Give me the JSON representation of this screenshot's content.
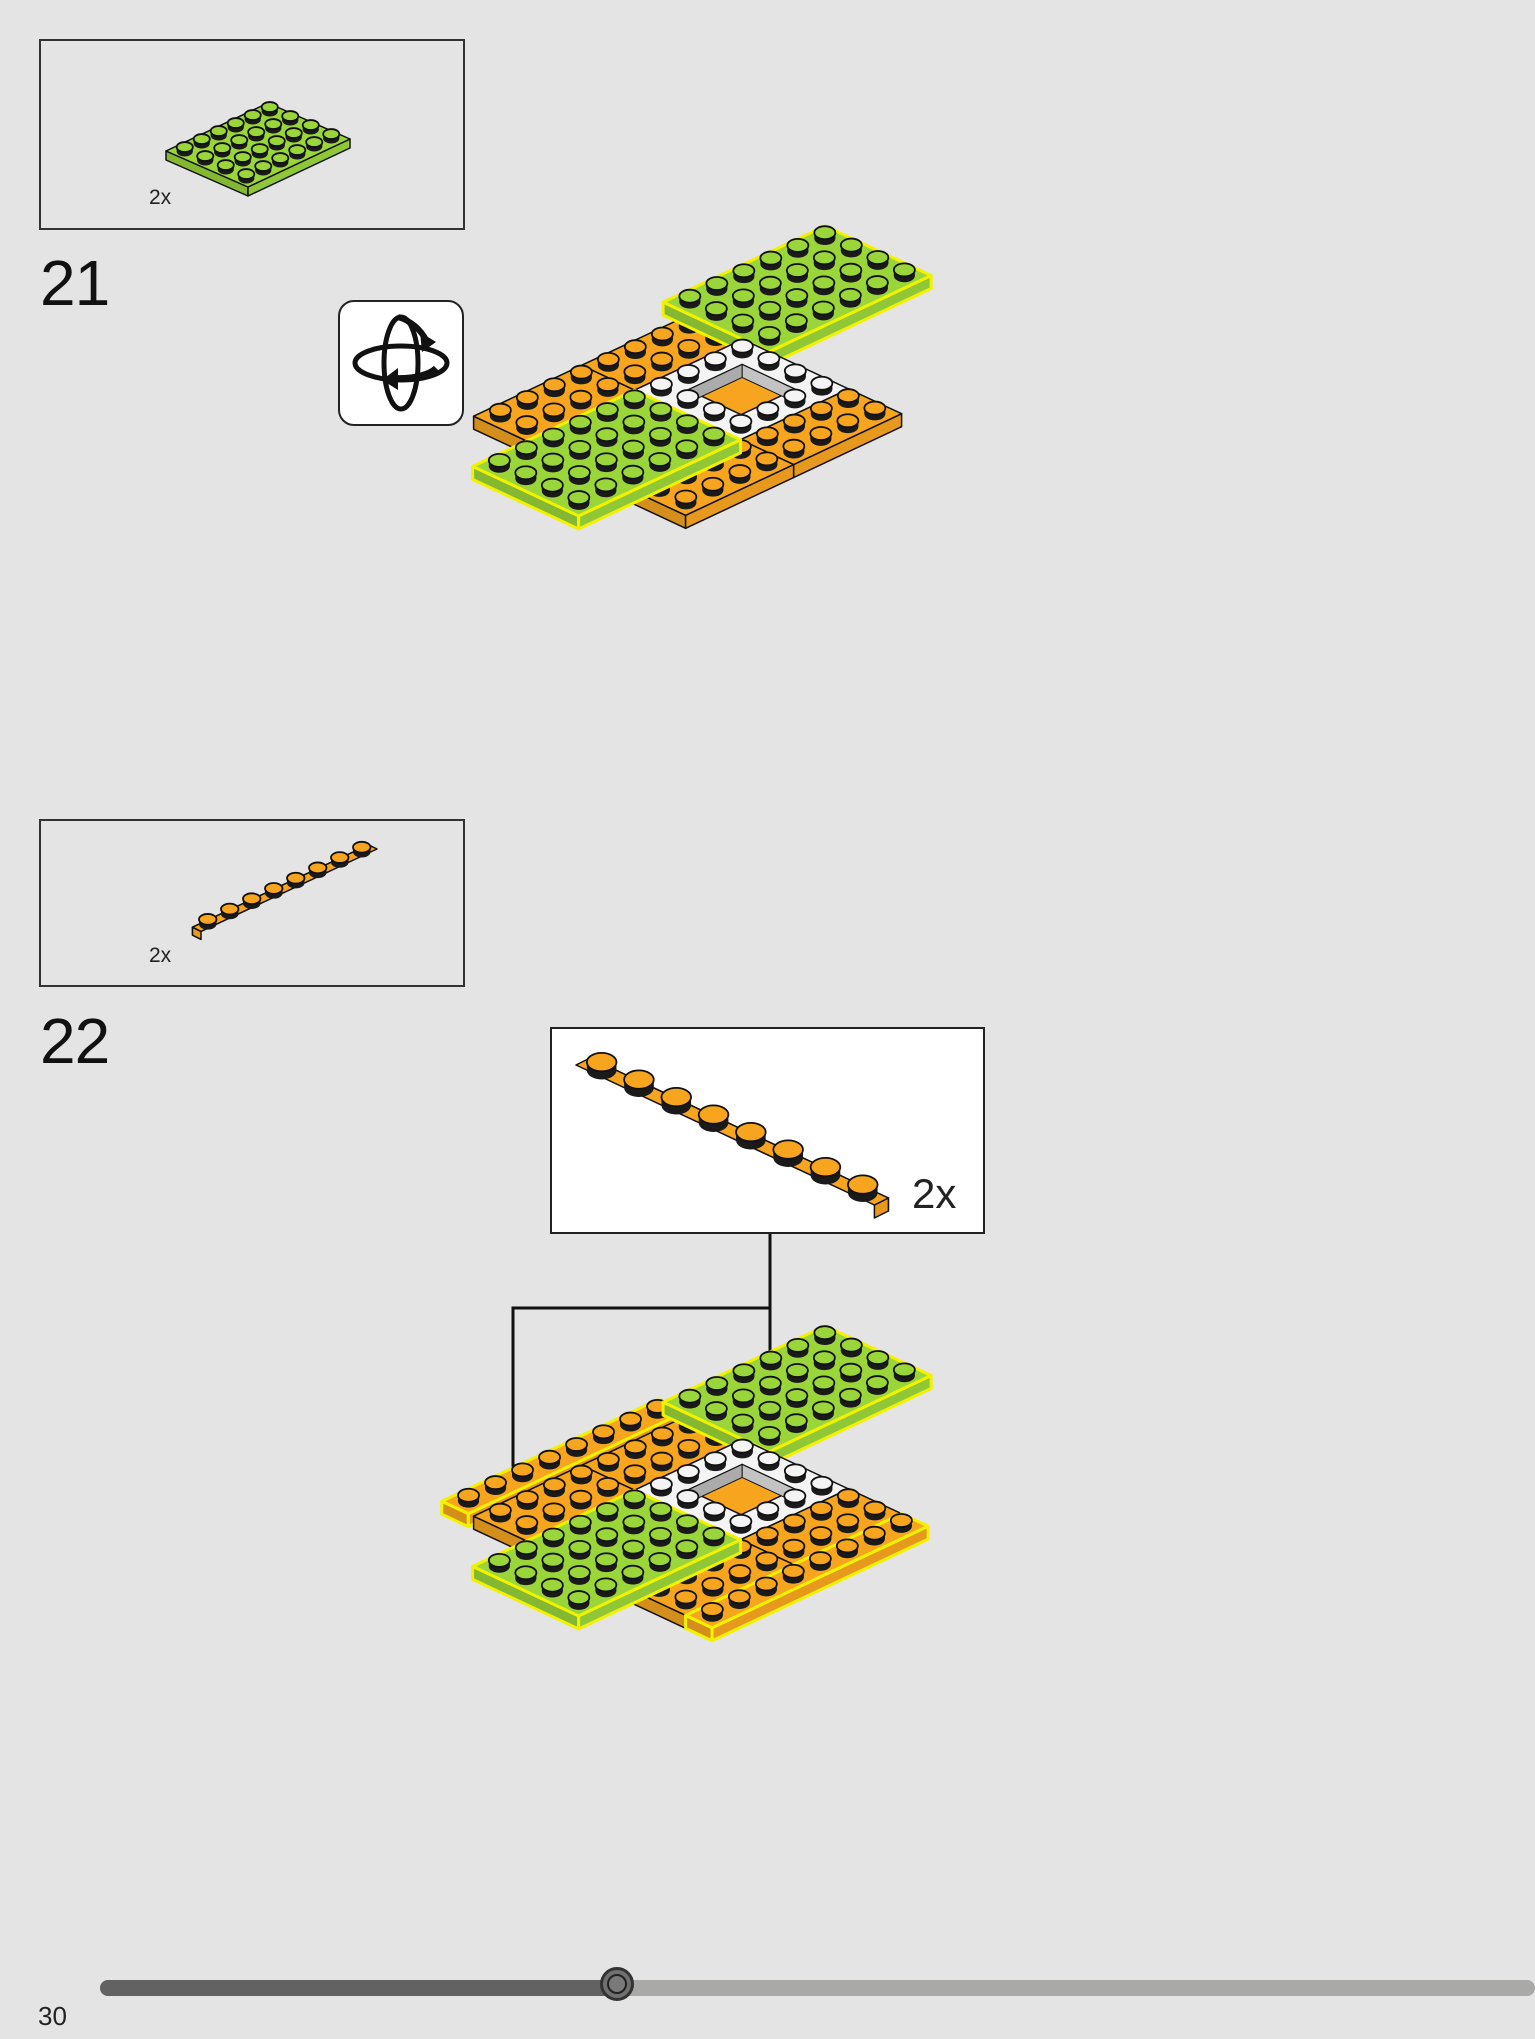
{
  "colors": {
    "lime": "#9ad63a",
    "lime_side": "#8ac52f",
    "orange": "#f7a51f",
    "orange_side": "#e58d12",
    "white_plate": "#f4f4f4",
    "highlight": "#f2f200",
    "page_bg": "#e4e4e4"
  },
  "step21": {
    "number": "21",
    "parts_box": {
      "part": "lime-green-4x6-plate",
      "quantity": "2x"
    },
    "rotate_icon": "rotate-model-icon"
  },
  "step22": {
    "number": "22",
    "parts_box": {
      "part": "orange-1x8-plate",
      "quantity": "2x"
    },
    "sub_assembly": {
      "part": "orange-1x8-plate",
      "quantity": "2x"
    }
  },
  "footer": {
    "page_number": "30",
    "progress": 0.36
  }
}
